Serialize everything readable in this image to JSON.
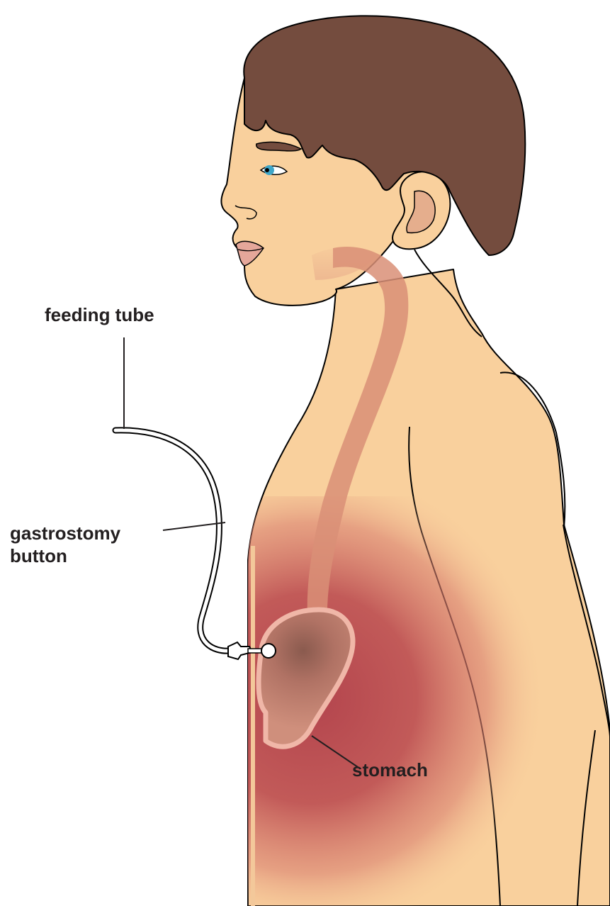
{
  "labels": {
    "feeding_tube": "feeding tube",
    "gastrostomy_line1": "gastrostomy",
    "gastrostomy_line2": "button",
    "stomach": "stomach"
  },
  "colors": {
    "skin": "#f9d09d",
    "hair": "#744c3e",
    "esophagus": "#d97f6c",
    "stomach_core": "#b3444d",
    "outline": "#000000",
    "label_text": "#231f20",
    "tube": "#ffffff",
    "eye_iris": "#3fa6c8",
    "lips": "#e5a79a"
  }
}
